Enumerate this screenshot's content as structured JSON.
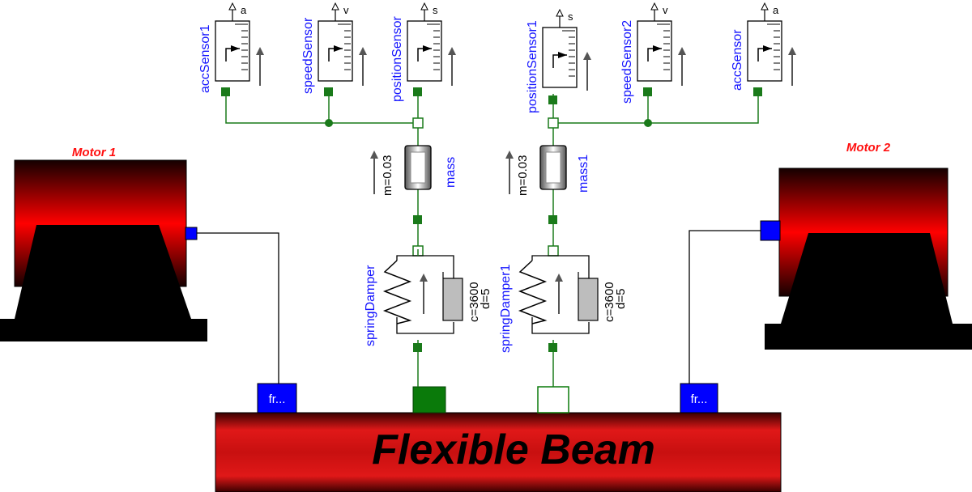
{
  "motors": {
    "left": {
      "title": "Motor 1"
    },
    "right": {
      "title": "Motor 2"
    }
  },
  "beam": {
    "title": "Flexible Beam"
  },
  "beam_ports": {
    "left": "fr...",
    "right": "fr..."
  },
  "sensors": {
    "left": [
      {
        "name": "accSensor1",
        "unit": "a"
      },
      {
        "name": "speedSensor",
        "unit": "v"
      },
      {
        "name": "positionSensor",
        "unit": "s"
      }
    ],
    "right": [
      {
        "name": "positionSensor1",
        "unit": "s"
      },
      {
        "name": "speedSensor2",
        "unit": "v"
      },
      {
        "name": "accSensor",
        "unit": "a"
      }
    ]
  },
  "masses": {
    "left": {
      "name": "mass",
      "param": "m=0.03"
    },
    "right": {
      "name": "mass1",
      "param": "m=0.03"
    }
  },
  "spring_dampers": {
    "left": {
      "name": "springDamper",
      "c": "c=3600",
      "d": "d=5"
    },
    "right": {
      "name": "springDamper1",
      "c": "c=3600",
      "d": "d=5"
    }
  },
  "colors": {
    "connection_green": "#1a7a1a",
    "port_blue": "#0000ff",
    "label_blue": "#1414ff",
    "motor_red": "#ff0000",
    "beam_red": "#cc1010"
  }
}
